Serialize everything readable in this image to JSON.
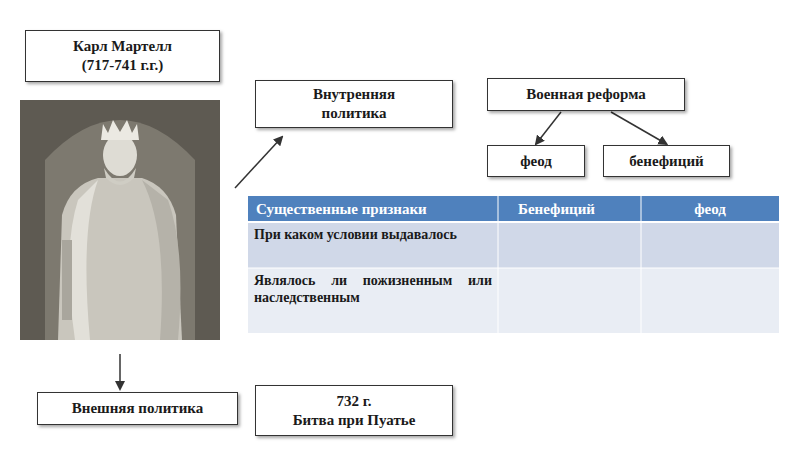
{
  "diagram": {
    "nodes": [
      {
        "text": [
          "Карл Мартелл",
          "(717-741 г.г.)"
        ]
      },
      {
        "text": [
          "Внутренняя политика"
        ]
      },
      {
        "text": [
          "Военная реформа"
        ]
      },
      {
        "text": [
          "феод"
        ]
      },
      {
        "text": [
          "бенефиций"
        ]
      },
      {
        "text": [
          "Внешняя политика"
        ]
      },
      {
        "text": [
          "732 г.",
          "Битва при Пуатье"
        ]
      }
    ],
    "edges": [
      {
        "from": 2,
        "to": 3,
        "arrow": "to"
      },
      {
        "from": 2,
        "to": 4,
        "arrow": "to"
      }
    ],
    "labels": [
      "Существенные признаки",
      "Бенефиций",
      "феод",
      "При каком условии выдавалось",
      "Являлось ли пожизненным или наследственным"
    ]
  }
}
